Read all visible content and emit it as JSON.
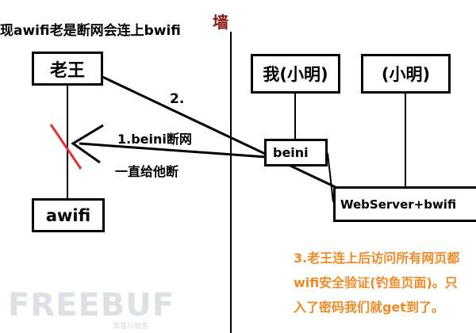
{
  "title": "现awifi老是断网会连上bwifi",
  "wall_label": "墙",
  "nodes": {
    "laowang": "老王",
    "me": "我(小明)",
    "xiaoming": "(小明)",
    "beini": "beini",
    "webserver": "WebServer+bwifi",
    "awifi": "awifi"
  },
  "steps": {
    "step2": "2.",
    "step1_line1": "1.beini断网",
    "step1_line2": "一直给他断",
    "step3_lines": [
      "3.老王连上后访问所有网页都",
      "wifi安全验证(钓鱼页面)。只",
      "入了密码我们就get到了。"
    ]
  },
  "watermark": {
    "brand": "FREEBUF",
    "sub": "黑客与极客"
  },
  "colors": {
    "line": "#000000",
    "cut": "#e03030",
    "note": "#f08a24",
    "wall": "#8a1414"
  }
}
